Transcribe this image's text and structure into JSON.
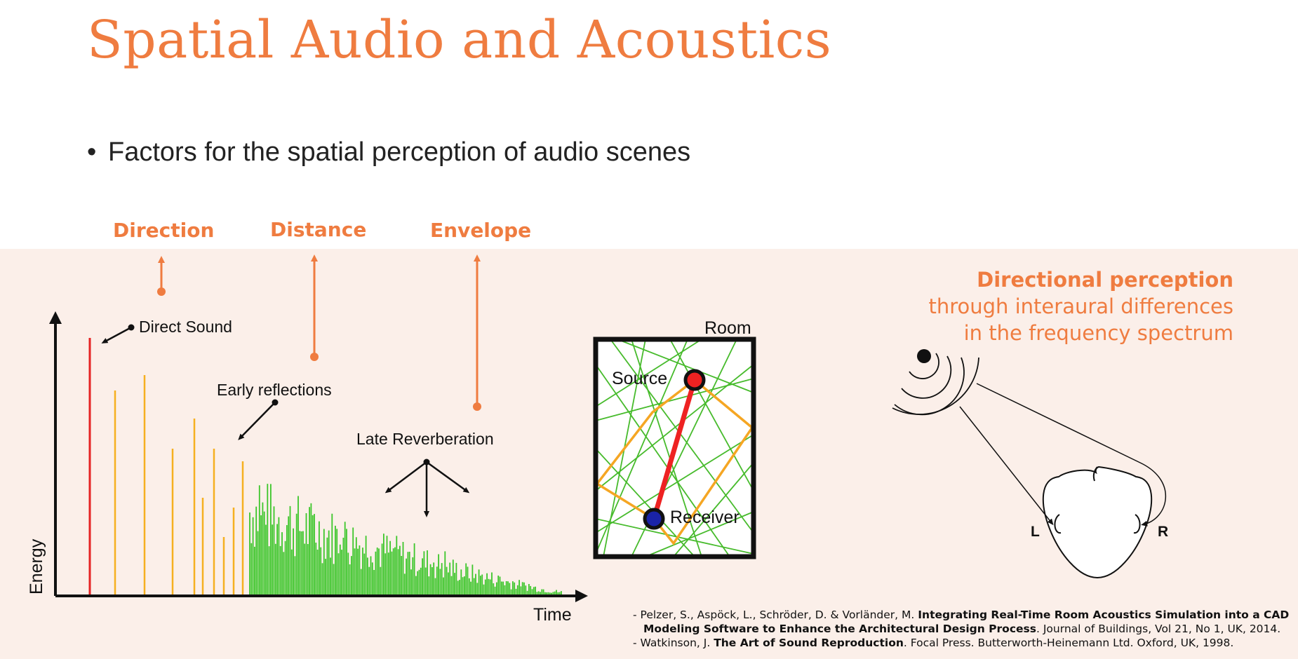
{
  "slide": {
    "title": "Spatial Audio and Acoustics",
    "bullet": "Factors for the spatial perception of audio scenes"
  },
  "factors": {
    "direction": "Direction",
    "distance": "Distance",
    "envelope": "Envelope"
  },
  "impulse_response": {
    "y_label": "Energy",
    "x_label": "Time",
    "direct_sound": "Direct Sound",
    "early_reflections": "Early reflections",
    "late_reverberation": "Late Reverberation",
    "colors": {
      "direct": "#e52323",
      "early": "#f5b020",
      "late": "#3cc62a"
    }
  },
  "room": {
    "label": "Room",
    "source": "Source",
    "receiver": "Receiver"
  },
  "directional": {
    "line1": "Directional perception",
    "line2": "through interaural differences",
    "line3": "in the frequency spectrum",
    "left_ear": "L",
    "right_ear": "R"
  },
  "references": [
    {
      "prefix": "- Pelzer, S., Aspöck, L., Schröder, D. & Vorländer, M. ",
      "bold": "Integrating Real-Time Room Acoustics Simulation into a CAD",
      "bold2": "Modeling Software to Enhance the Architectural Design Process",
      "suffix": ". Journal of Buildings, Vol 21, No 1, UK, 2014."
    },
    {
      "prefix": "- Watkinson, J. ",
      "bold": "The Art of Sound Reproduction",
      "suffix": ". Focal Press. Butterworth-Heinemann Ltd. Oxford, UK, 1998."
    }
  ],
  "accent_color": "#ef7c40"
}
